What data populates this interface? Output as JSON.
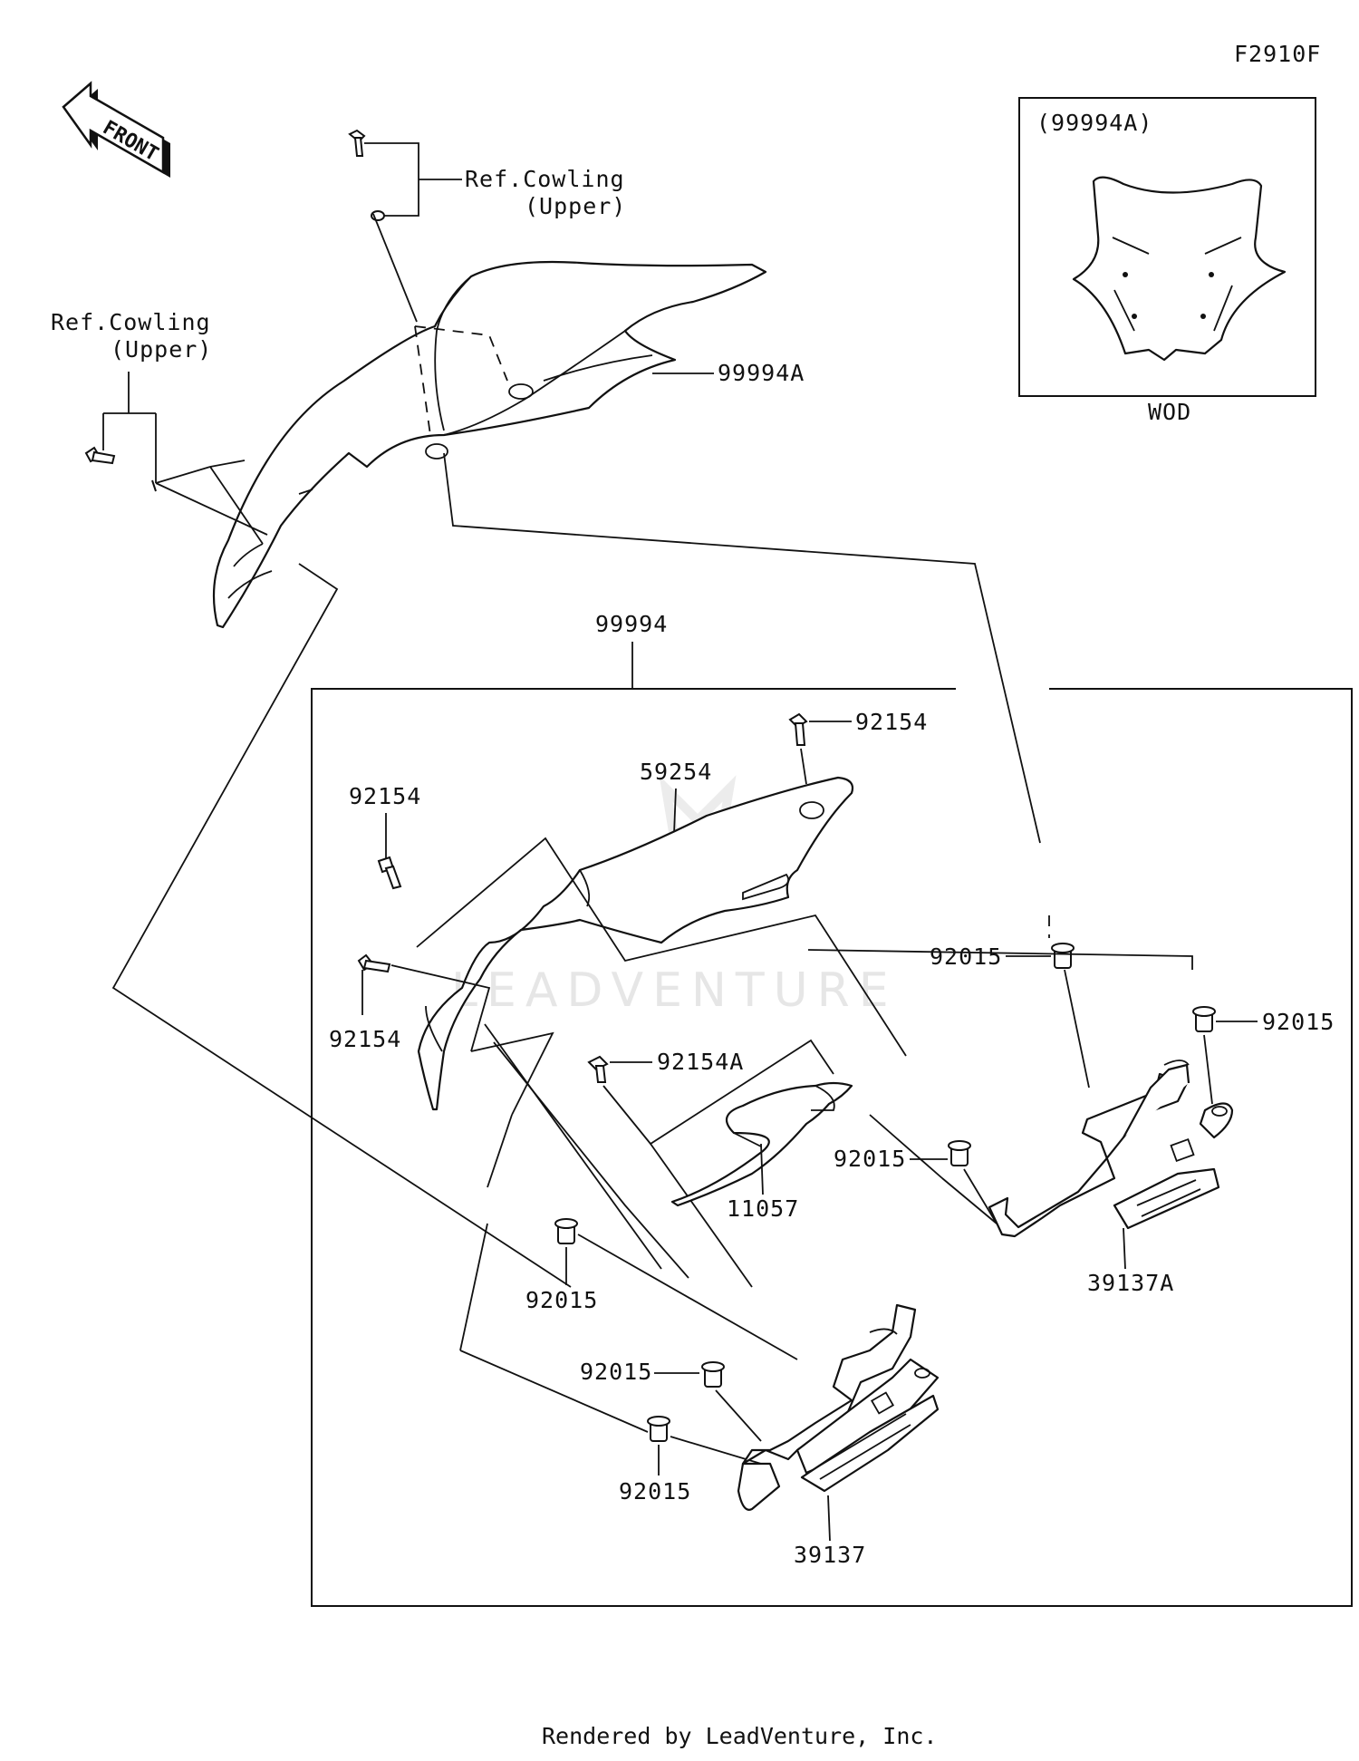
{
  "diagram_code": "F2910F",
  "front_label": "FRONT",
  "ref_upper_1": {
    "line1": "Ref.Cowling",
    "line2": "(Upper)"
  },
  "ref_upper_2": {
    "line1": "Ref.Cowling",
    "line2": "(Upper)"
  },
  "inset": {
    "title": "(99994A)",
    "caption": "WOD"
  },
  "watermark": "LEADVENTURE",
  "parts": {
    "windshield_assy": "99994A",
    "kit": "99994",
    "screw_top": "92154",
    "cover": "59254",
    "screw_left_1": "92154",
    "screw_left_2": "92154",
    "grommet_a": "92015",
    "grommet_b": "92015",
    "screw_a": "92154A",
    "bracket_small": "11057",
    "grommet_c": "92015",
    "bracket_a": "39137A",
    "grommet_d": "92015",
    "grommet_e": "92015",
    "grommet_f": "92015",
    "bracket": "39137"
  },
  "footer": "Rendered by LeadVenture, Inc."
}
